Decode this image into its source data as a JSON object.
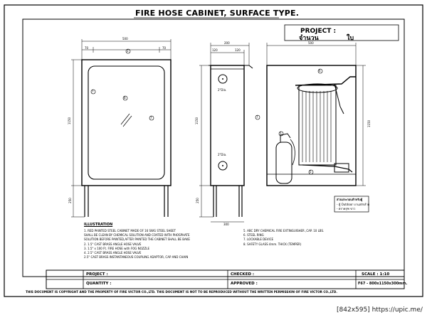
{
  "title": "FIRE HOSE CABINET, SURFACE TYPE.",
  "project_header": {
    "label": "PROJECT :",
    "quantity_thai": "จำนวน",
    "unit_thai": "ใบ"
  },
  "dims": {
    "front_width": "500",
    "front_left": "70",
    "front_right": "70",
    "front_height": "1150",
    "front_leg": "250",
    "side_depth": "200",
    "side_height": "1150",
    "side_pipe_top": "2\"Dia.",
    "side_pipe_bottom": "2\"Dia.",
    "side_leg": "250",
    "side_top_a": "120",
    "side_top_b": "120",
    "side_bottom": "300",
    "inside_width": "500",
    "inside_height": "1150"
  },
  "callouts": [
    "1",
    "2",
    "3",
    "4",
    "5",
    "6",
    "7",
    "8"
  ],
  "accessory_note": {
    "line1": "ส่วนประกอบสำหรับตู้",
    "line2": "- ตู้ Outdoor บานสลักล้าย",
    "line3": "- ตราครุฑ ขาว"
  },
  "illustration": {
    "heading": "ILLUSTRATION",
    "left_items": [
      "1. RED PAINTED STEEL CABINET MADE OF 16 SWG STEEL SHEET",
      "   SHALL BE CLEAN BY CHEMICAL SOLUTION AND COATED WITH PHOSPHATE",
      "   SOLUTION BEFORE PAINTED,AFTER PAINTED THE CABINET SHALL BE BAKE",
      "2. 1.5\" CAST BRASS ANGLE HOSE VALVE",
      "3. 1.5\" x 100 Ft. FIRE HOSE with FOG NOZZLE",
      "4. 2.5\" CAST BRASS ANGLE HOSE VALVE",
      "   2.5\" CAST BRASS INSTANTANEOUS COUPLING ADAPTOR, CAP AND CHAIN"
    ],
    "right_items": [
      "5. ABC DRY CHEMICAL FIRE EXTINGUISHER ,CAP. 10 LBS.",
      "6. STEEL RING",
      "7. LOCKABLE DEVICE",
      "8. SAFETY GLASS 4mm. THICK (TEMPER)"
    ]
  },
  "title_block": {
    "project_label": "PROJECT :",
    "quantity_label": "QUANTITY :",
    "checked_label": "CHECKED :",
    "approved_label": "APPROVED :",
    "scale_label": "SCALE : 1:10",
    "model_label": "F67 - 800x1150x300mm."
  },
  "footer": "THIS DOCUMENT IS COPYRIGHT AND THE PROPERTY OF FIRE VICTOR CO.,LTD. THIS DOCUMENT IS NOT TO BE REPRODUCED WITHOUT THE WRITTEN PERMISSION OF FIRE VICTOR CO.,LTD.",
  "watermark": "[842x595] https://upic.me/"
}
